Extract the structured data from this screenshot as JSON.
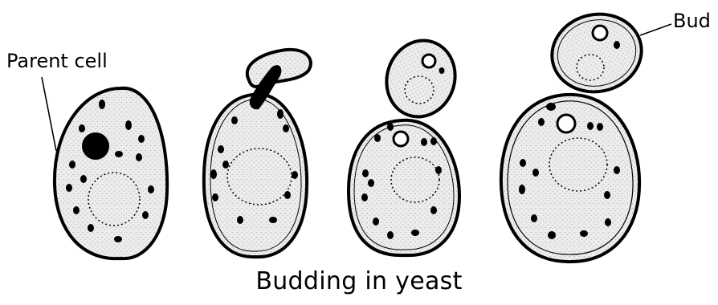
{
  "labels": {
    "parent_cell": "Parent cell",
    "bud": "Bud"
  },
  "caption": "Budding in yeast",
  "colors": {
    "ink": "#000000",
    "cytoplasm": "#e9e9e9",
    "background": "#ffffff"
  }
}
